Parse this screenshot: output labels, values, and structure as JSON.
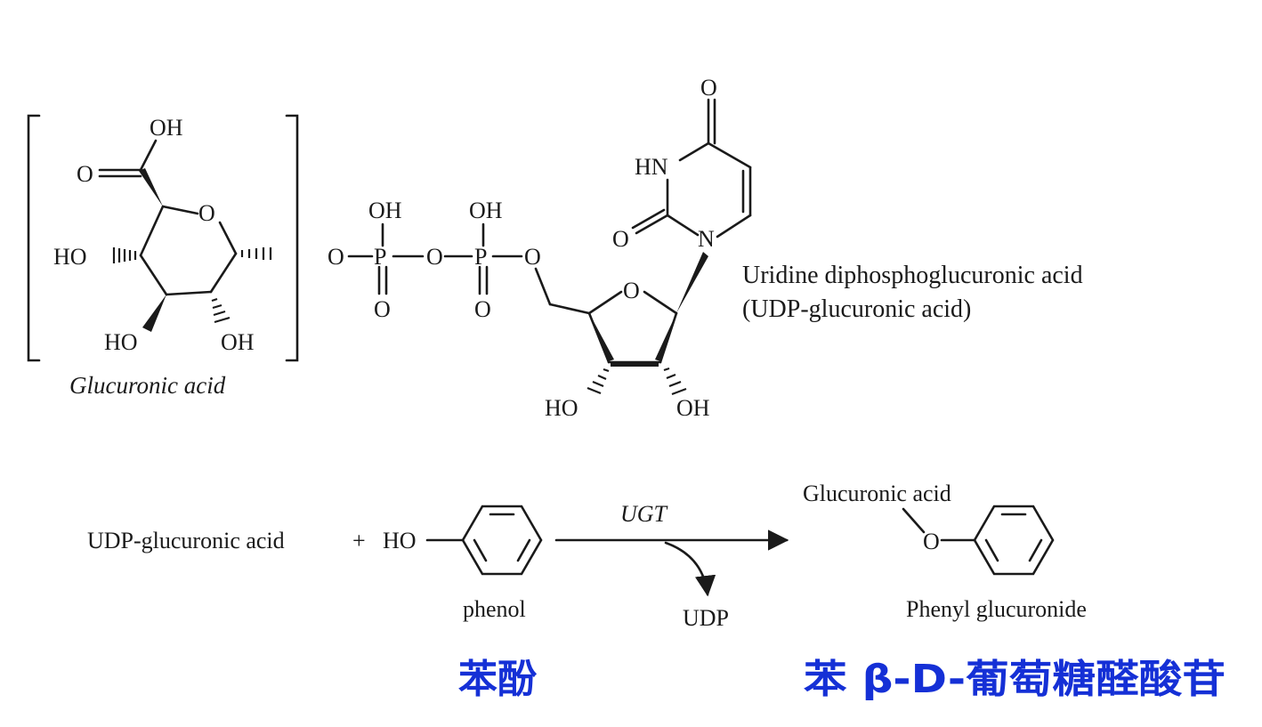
{
  "glucuronic_acid": {
    "atoms": {
      "carboxyl_oh": "OH",
      "carbonyl_o": "O",
      "ring_o": "O",
      "oh_left": "HO",
      "oh_bottom_left": "HO",
      "oh_bottom_right": "OH"
    },
    "caption": "Glucuronic acid"
  },
  "udp_glucuronic_acid": {
    "phosphate_1": {
      "oh": "OH",
      "p": "P",
      "o_double": "O",
      "o_left": "O"
    },
    "bridge_o": "O",
    "phosphate_2": {
      "oh": "OH",
      "p": "P",
      "o_double": "O"
    },
    "ester_o": "O",
    "ribose": {
      "ring_o": "O",
      "oh_left": "HO",
      "oh_right": "OH"
    },
    "uracil": {
      "top_o": "O",
      "nh": "HN",
      "carbonyl_o": "O",
      "n": "N"
    },
    "name_line1": "Uridine diphosphoglucuronic acid",
    "name_line2": "(UDP-glucuronic acid)"
  },
  "reaction": {
    "reactant": "UDP-glucuronic acid",
    "plus": "+",
    "phenol_ho": "HO",
    "phenol_label": "phenol",
    "enzyme": "UGT",
    "byproduct": "UDP",
    "product_group": "Glucuronic acid",
    "product_o": "O",
    "product_label": "Phenyl glucuronide"
  },
  "chinese_labels": {
    "phenol_cn": "苯酚",
    "product_cn": "苯 β-D-葡萄糖醛酸苷"
  }
}
